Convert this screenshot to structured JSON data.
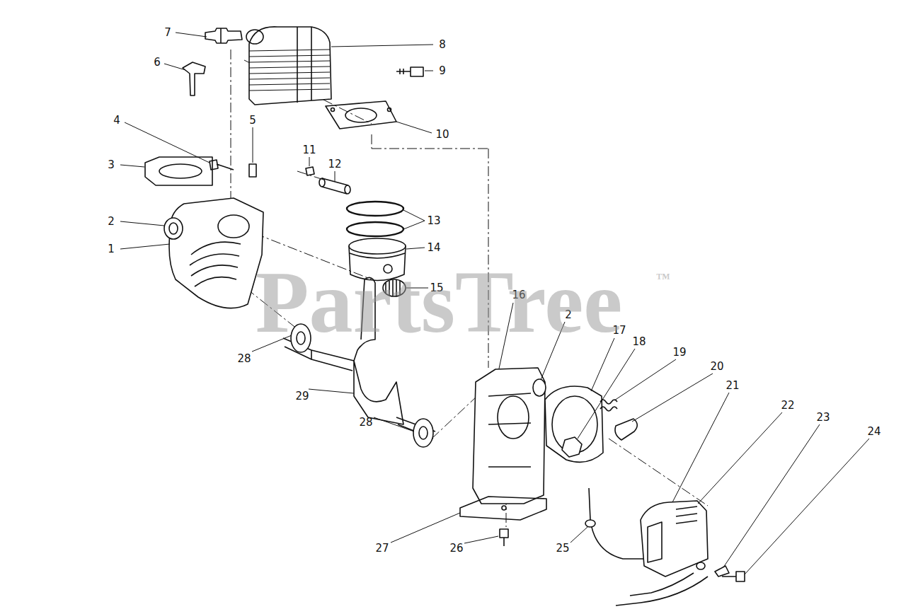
{
  "diagram": {
    "labels": [
      "7",
      "6",
      "8",
      "9",
      "10",
      "4",
      "5",
      "3",
      "2",
      "1",
      "11",
      "12",
      "13",
      "14",
      "15",
      "16",
      "2",
      "17",
      "18",
      "19",
      "20",
      "21",
      "22",
      "23",
      "24",
      "28",
      "29",
      "28",
      "27",
      "26",
      "25",
      "PartsTree",
      "™"
    ]
  }
}
